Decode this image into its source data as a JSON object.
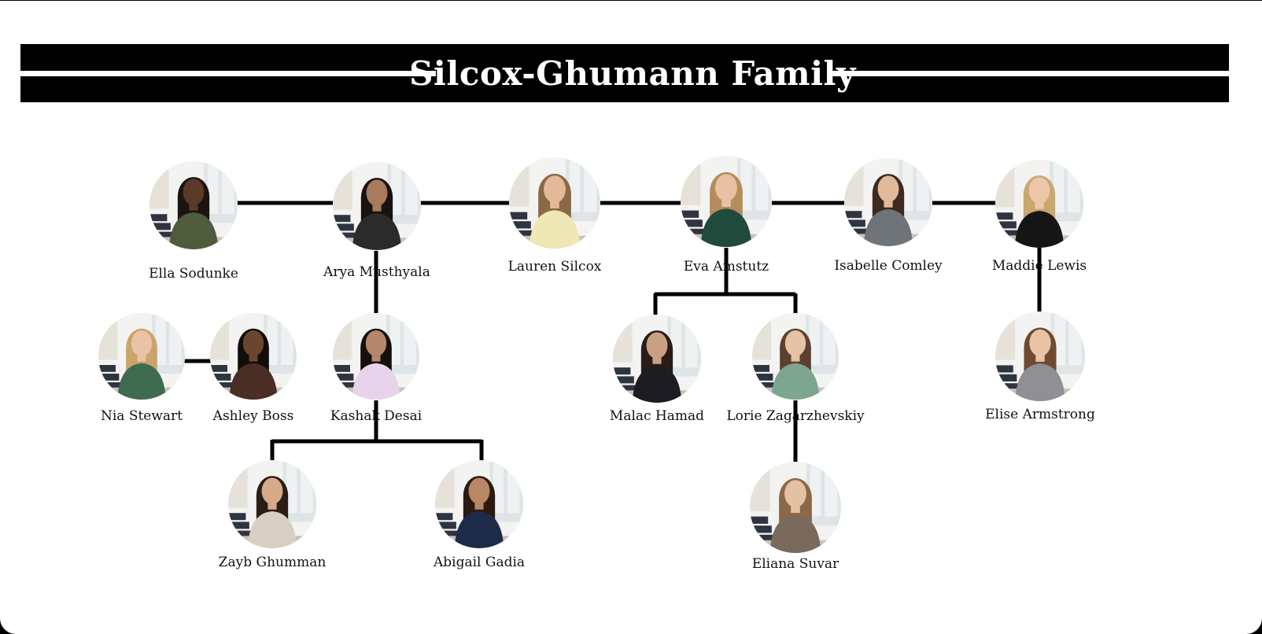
{
  "title": "Silcox-Ghumann Family",
  "colors": {
    "background": "#ffffff",
    "bar": "#000000",
    "title_text": "#ffffff",
    "connector": "#000000"
  },
  "people": [
    {
      "id": "ella",
      "name": "Ella Sodunke",
      "top": "#4f5b3c",
      "hair": "#1b1410",
      "skin": "#5a3a28"
    },
    {
      "id": "arya",
      "name": "Arya Musthyala",
      "top": "#2b2b2b",
      "hair": "#1a1210",
      "skin": "#a87a5e"
    },
    {
      "id": "lauren",
      "name": "Lauren Silcox",
      "top": "#efe7b4",
      "hair": "#8a6a45",
      "skin": "#e3b99a"
    },
    {
      "id": "eva",
      "name": "Eva Amstutz",
      "top": "#1f4a3c",
      "hair": "#b58c5c",
      "skin": "#e8c0a2"
    },
    {
      "id": "isabelle",
      "name": "Isabelle Comley",
      "top": "#6f7478",
      "hair": "#3e2a1e",
      "skin": "#e2b89b"
    },
    {
      "id": "maddie",
      "name": "Maddie Lewis",
      "top": "#151515",
      "hair": "#c9a76d",
      "skin": "#ecc6a8"
    },
    {
      "id": "nia",
      "name": "Nia Stewart",
      "top": "#3f6b4e",
      "hair": "#c9a46c",
      "skin": "#e9c3a4"
    },
    {
      "id": "ashley",
      "name": "Ashley Boss",
      "top": "#4a2e25",
      "hair": "#120c0a",
      "skin": "#6b452f"
    },
    {
      "id": "kashak",
      "name": "Kashak Desai",
      "top": "#e8d3ec",
      "hair": "#16100d",
      "skin": "#b5876a"
    },
    {
      "id": "malac",
      "name": "Malac Hamad",
      "top": "#1c1c22",
      "hair": "#2a1c14",
      "skin": "#c9a084"
    },
    {
      "id": "lorie",
      "name": "Lorie Zagarzhevskiy",
      "top": "#7ea590",
      "hair": "#5c4030",
      "skin": "#e6c2a6"
    },
    {
      "id": "elise",
      "name": "Elise Armstrong",
      "top": "#8f9094",
      "hair": "#6e4a32",
      "skin": "#e8c3a6"
    },
    {
      "id": "zayb",
      "name": "Zayb Ghumman",
      "top": "#d8cfc2",
      "hair": "#2a1d16",
      "skin": "#d6a98a"
    },
    {
      "id": "abigail",
      "name": "Abigail Gadia",
      "top": "#1e2a4a",
      "hair": "#2a1a12",
      "skin": "#b88766"
    },
    {
      "id": "eliana",
      "name": "Eliana Suvar",
      "top": "#7a6a5c",
      "hair": "#8a6848",
      "skin": "#e6c0a2"
    }
  ]
}
